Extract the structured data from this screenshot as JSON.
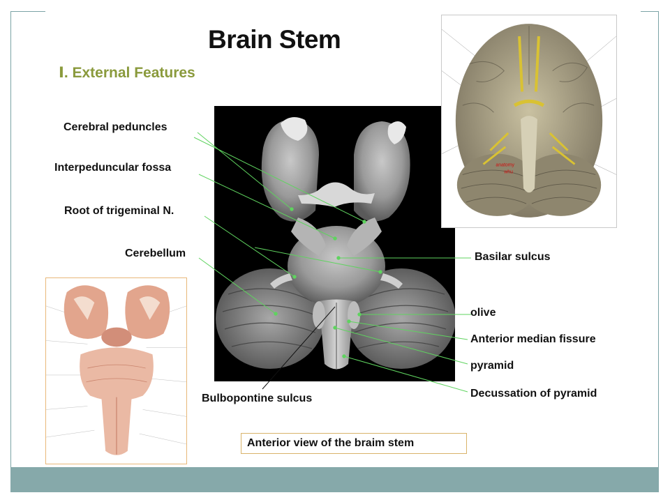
{
  "slide": {
    "title": "Brain Stem",
    "section_heading": "Ⅰ. External Features",
    "caption": "Anterior view of the braim stem"
  },
  "labels": {
    "cerebral_peduncles": "Cerebral peduncles",
    "interpeduncular_fossa": "Interpeduncular fossa",
    "root_of_trigeminal": "Root of trigeminal N.",
    "cerebellum": "Cerebellum",
    "bulbopontine_sulcus": "Bulbopontine sulcus",
    "basilar_sulcus": "Basilar sulcus",
    "olive": "olive",
    "anterior_median_fissure": "Anterior median fissure",
    "pyramid": "pyramid",
    "decussation_of_pyramid": "Decussation of pyramid"
  },
  "colors": {
    "heading": "#8a9a3c",
    "pointer_line": "#5fd35f",
    "footer_band": "#86a9aa",
    "caption_border": "#d9b36a"
  }
}
